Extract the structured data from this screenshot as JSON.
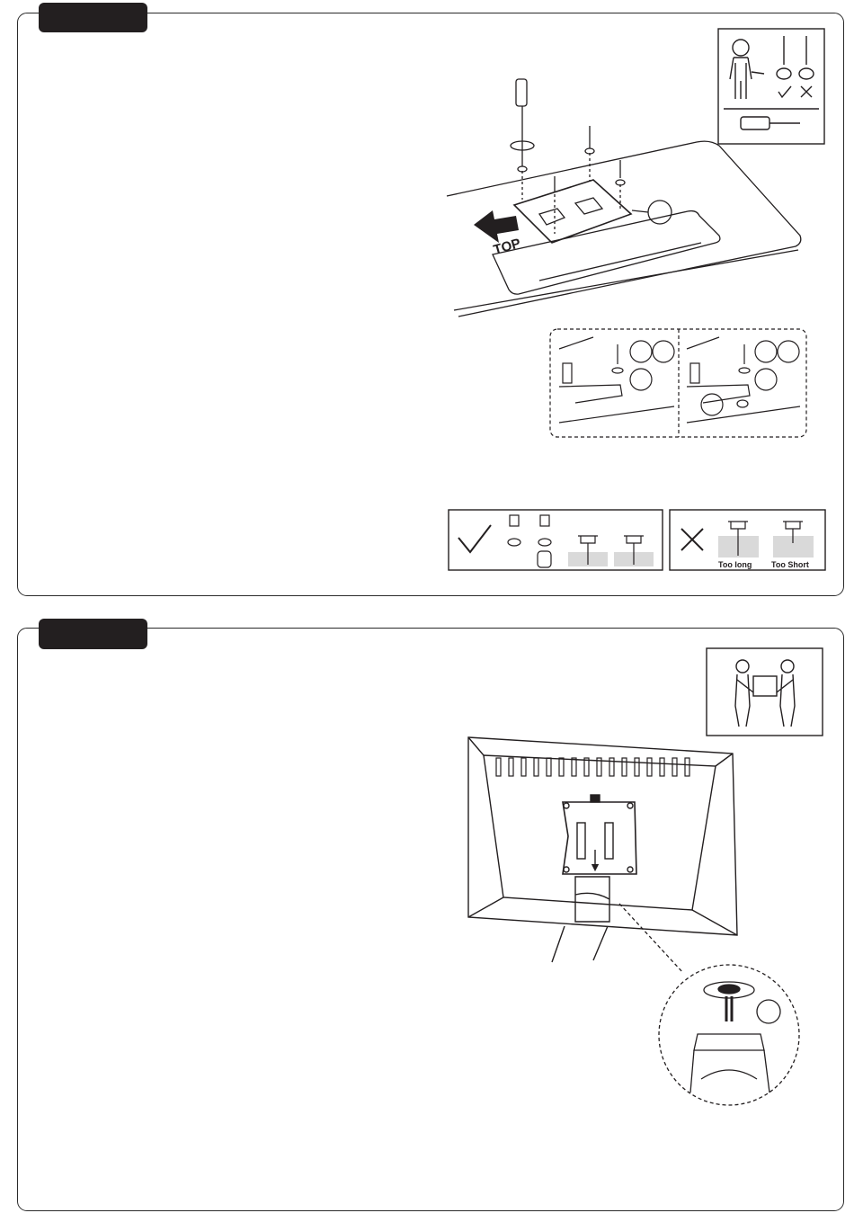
{
  "step1": {
    "top_label": "TOP",
    "screw_length_labels": {
      "too_long": "Too long",
      "too_short": "Too Short"
    },
    "correct_mark_icon": "check-mark-icon",
    "wrong_mark_icon": "cross-mark-icon"
  },
  "step2": {
    "icons": [
      "two-person-lift-icon",
      "thumb-screw-icon"
    ]
  },
  "colors": {
    "line": "#231f20",
    "tab": "#231f20",
    "fill_light": "#d9d9d9"
  }
}
